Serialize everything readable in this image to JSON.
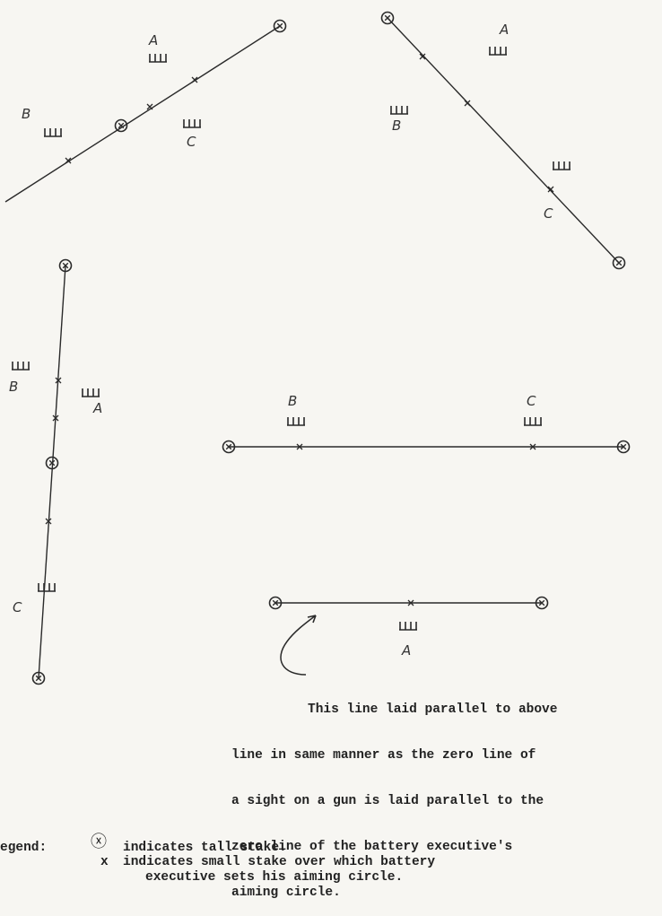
{
  "diagrams": [
    {
      "labels": [
        "A",
        "B",
        "C"
      ]
    },
    {
      "labels": [
        "A",
        "B",
        "C"
      ]
    },
    {
      "labels": [
        "B",
        "A",
        "C"
      ]
    },
    {
      "labels": [
        "B",
        "C"
      ]
    },
    {
      "labels": [
        "A"
      ]
    }
  ],
  "note": {
    "lines": [
      "This line laid parallel to above",
      "line in same manner as the zero line of",
      "a sight on a gun is laid parallel to the",
      "zero line of the battery executive's",
      "aiming circle."
    ]
  },
  "legend": {
    "title": "egend:",
    "tall_stake_symbol": "ⓧ",
    "tall_stake_text": "indicates tall stake.",
    "small_stake_symbol": "x",
    "small_stake_text_line1": "indicates small stake over which battery",
    "small_stake_text_line2": "executive sets his aiming circle."
  }
}
